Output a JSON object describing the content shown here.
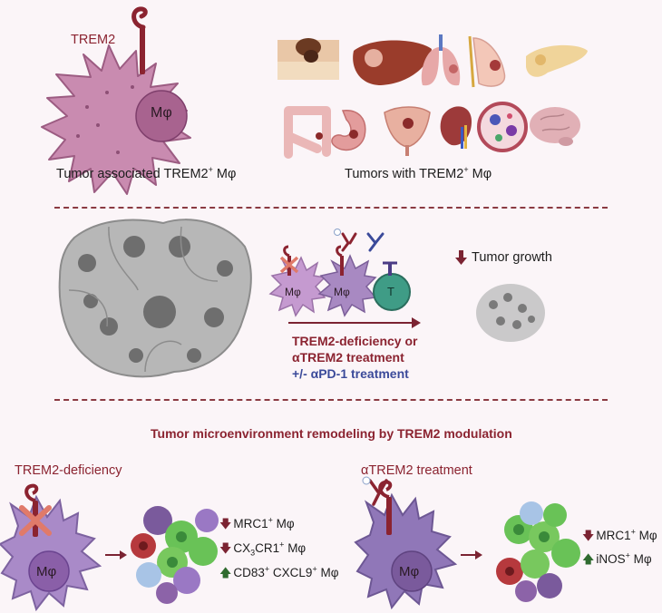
{
  "top": {
    "trem2_label": "TREM2",
    "mphi_label": "Mφ",
    "left_caption_pre": "Tumor associated TREM2",
    "left_caption_sup": "+",
    "left_caption_post": " Mφ",
    "right_caption_pre": "Tumors with TREM2",
    "right_caption_sup": "+",
    "right_caption_post": " Mφ"
  },
  "middle": {
    "mphi_a": "Mφ",
    "mphi_b": "Mφ",
    "t_cell": "T",
    "tumor_growth": "Tumor growth",
    "treatment_line1": "TREM2-deficiency or",
    "treatment_line2": "αTREM2 treatment",
    "treatment_line3": "+/- αPD-1 treatment"
  },
  "section_title": "Tumor microenvironment remodeling by TREM2 modulation",
  "bottom_left": {
    "title": "TREM2-deficiency",
    "mphi_label": "Mφ",
    "items": [
      {
        "dir": "down",
        "pre": "MRC1",
        "sup": "+",
        "post": " Mφ"
      },
      {
        "dir": "down",
        "pre": "CX",
        "sub": "3",
        "mid": "CR1",
        "sup": "+",
        "post": " Mφ"
      },
      {
        "dir": "up",
        "pre": "CD83",
        "sup": "+",
        "mid2": " CXCL9",
        "sup2": "+",
        "post": " Mφ"
      }
    ]
  },
  "bottom_right": {
    "title": "αTREM2 treatment",
    "mphi_label": "Mφ",
    "items": [
      {
        "dir": "down",
        "pre": "MRC1",
        "sup": "+",
        "post": " Mφ"
      },
      {
        "dir": "up",
        "pre": "iNOS",
        "sup": "+",
        "post": "  Mφ"
      }
    ]
  },
  "colors": {
    "background": "#fbf5f8",
    "dark_red": "#8b2330",
    "blue": "#3b4a9a",
    "macrophage_pink": "#c98bb0",
    "macrophage_purple": "#9b7ab8",
    "t_cell_teal": "#3f9c86",
    "tumor_gray": "#9a9a9a",
    "up_green": "#2f6b2f",
    "down_red": "#7b2332"
  }
}
